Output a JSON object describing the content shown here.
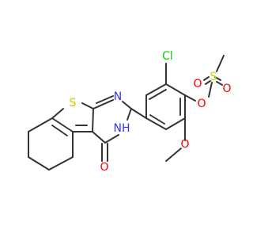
{
  "molecule": {
    "colors": {
      "bond": "#333333",
      "S": "#cccc00",
      "N": "#3333ff",
      "O": "#ff0000",
      "Cl": "#00cc00",
      "C": "#333333"
    },
    "atoms": {
      "s_ring": {
        "text": "S",
        "element": "S"
      },
      "n_imine": {
        "text": "N",
        "element": "N"
      },
      "nh": {
        "text": "NH",
        "element": "N"
      },
      "o_carbonyl": {
        "text": "O",
        "element": "O"
      },
      "cl": {
        "text": "Cl",
        "element": "Cl"
      },
      "o_ester": {
        "text": "O",
        "element": "O"
      },
      "s_sulfonyl": {
        "text": "S",
        "element": "S"
      },
      "o_sulf1": {
        "text": "O",
        "element": "O"
      },
      "o_sulf2": {
        "text": "O",
        "element": "O"
      },
      "o_methoxy": {
        "text": "O",
        "element": "O"
      }
    }
  }
}
